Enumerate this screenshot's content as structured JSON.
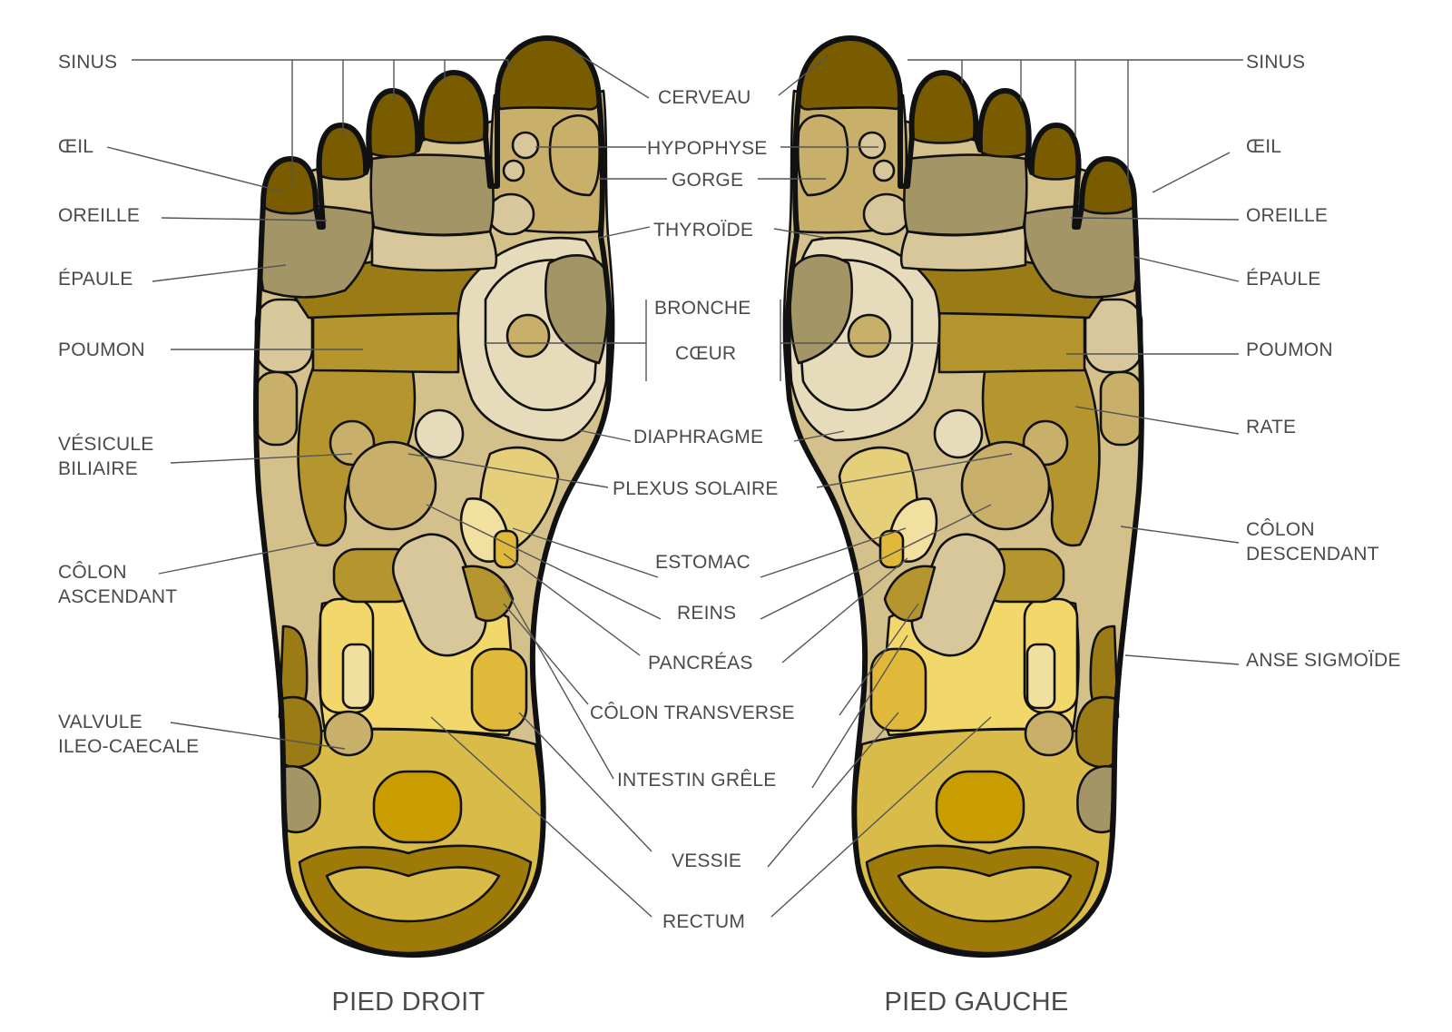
{
  "footer": {
    "right_foot": "PIED DROIT",
    "left_foot": "PIED GAUCHE"
  },
  "labels": {
    "left_side": {
      "sinus": "SINUS",
      "oeil": "ŒIL",
      "oreille": "OREILLE",
      "epaule": "ÉPAULE",
      "poumon": "POUMON",
      "vesicule_1": "VÉSICULE",
      "vesicule_2": "BILIAIRE",
      "colon_asc_1": "CÔLON",
      "colon_asc_2": "ASCENDANT",
      "valvule_1": "VALVULE",
      "valvule_2": "ILEO-CAECALE"
    },
    "center": {
      "cerveau": "CERVEAU",
      "hypophyse": "HYPOPHYSE",
      "gorge": "GORGE",
      "thyroide": "THYROÏDE",
      "bronche": "BRONCHE",
      "coeur": "CŒUR",
      "diaphragme": "DIAPHRAGME",
      "plexus": "PLEXUS SOLAIRE",
      "estomac": "ESTOMAC",
      "reins": "REINS",
      "pancreas": "PANCRÉAS",
      "colon_transverse": "CÔLON TRANSVERSE",
      "intestin": "INTESTIN GRÊLE",
      "vessie": "VESSIE",
      "rectum": "RECTUM"
    },
    "right_side": {
      "sinus": "SINUS",
      "oeil": "ŒIL",
      "oreille": "OREILLE",
      "epaule": "ÉPAULE",
      "poumon": "POUMON",
      "rate": "RATE",
      "colon_desc_1": "CÔLON",
      "colon_desc_2": "DESCENDANT",
      "sigmoide": "ANSE SIGMOÏDE"
    }
  },
  "colors": {
    "toe": "#7a5c00",
    "dark_olive": "#9b7b16",
    "olive": "#b5952e",
    "khaki": "#c9b06a",
    "tan": "#d8c79a",
    "pale": "#e6dcbc",
    "grey_olive": "#a39566",
    "sand": "#d4c08a",
    "yellow": "#f2d86a",
    "gold": "#e0b83a",
    "deep_gold": "#c99c00",
    "heel": "#d9bb4a",
    "heel_rim": "#9e7a08"
  }
}
